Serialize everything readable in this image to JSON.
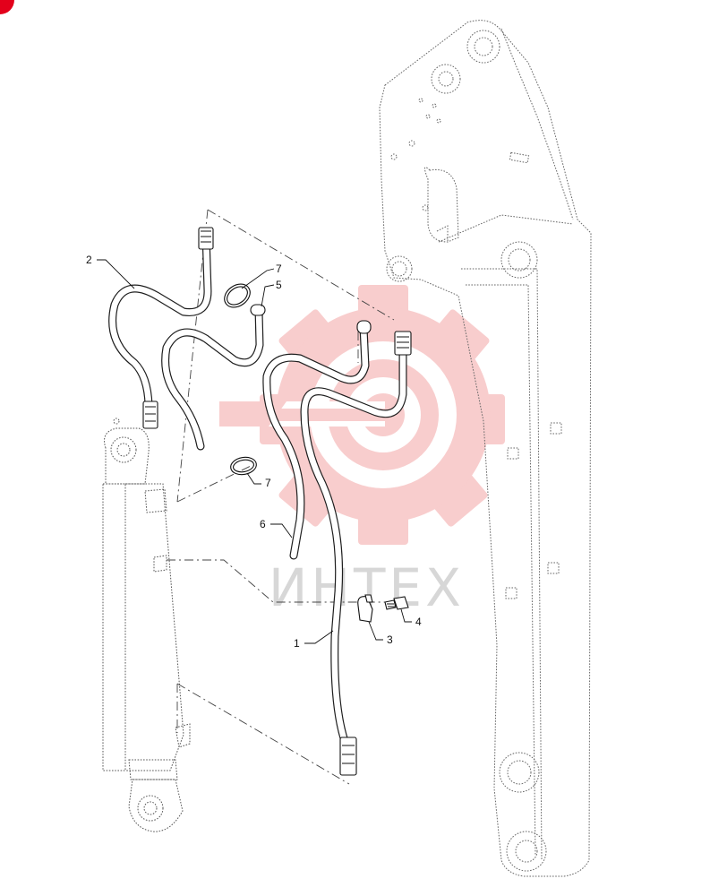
{
  "diagram": {
    "watermark_text": "ИНТЕХ",
    "corner_badge_color": "#e3001b",
    "watermark_color": "#f4a5a5",
    "callouts": [
      {
        "id": "c1",
        "label": "1"
      },
      {
        "id": "c2",
        "label": "2"
      },
      {
        "id": "c3",
        "label": "3"
      },
      {
        "id": "c4",
        "label": "4"
      },
      {
        "id": "c5",
        "label": "5"
      },
      {
        "id": "c6",
        "label": "6"
      },
      {
        "id": "c7a",
        "label": "7"
      },
      {
        "id": "c7b",
        "label": "7"
      }
    ]
  }
}
